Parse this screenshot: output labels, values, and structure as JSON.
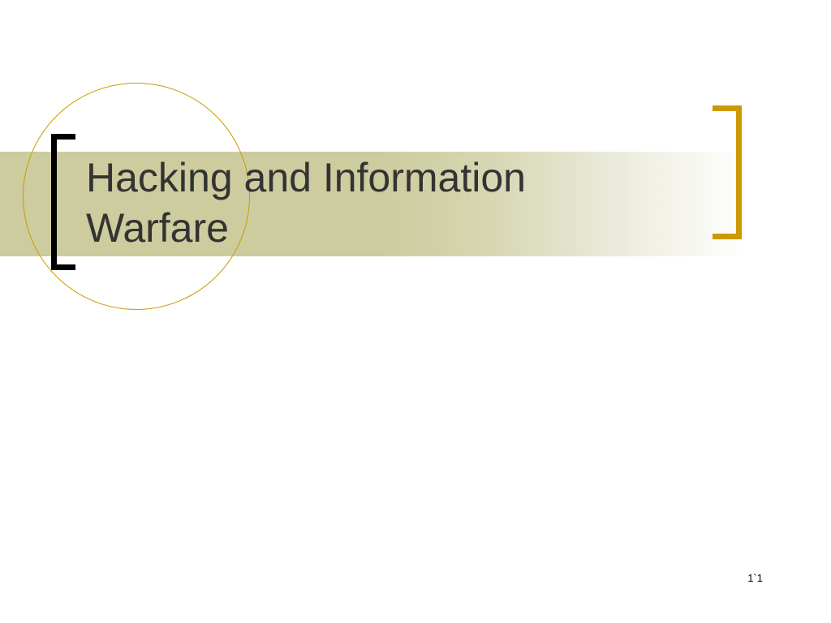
{
  "slide": {
    "title_line1": "Hacking and Information",
    "title_line2": "Warfare",
    "page_number": "1`1"
  },
  "colors": {
    "accent_gold": "#cc9900",
    "band_olive": "#cccc9e",
    "bracket_black": "#000000",
    "title_text": "#333333"
  }
}
